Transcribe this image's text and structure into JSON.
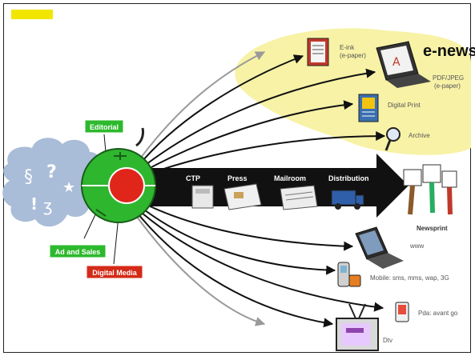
{
  "header": {
    "note": ""
  },
  "left_labels": {
    "editorial": "Editorial",
    "ad_and_sales": "Ad and Sales",
    "digital_media": "Digital Media"
  },
  "e_news": {
    "title": "e-news",
    "items": [
      {
        "label": "E-ink",
        "sub": "(e-paper)"
      },
      {
        "label": "PDF/JPEG",
        "sub": "(e-paper)"
      },
      {
        "label": "Digital Print",
        "sub": ""
      },
      {
        "label": "Archive",
        "sub": ""
      }
    ]
  },
  "pipeline": {
    "stages": [
      "CTP",
      "Press",
      "Mailroom",
      "Distribution"
    ],
    "output": "Newsprint"
  },
  "digital_outputs": [
    {
      "label": "www"
    },
    {
      "label": "Mobile: sms, mms, wap, 3G"
    },
    {
      "label": "Pda: avant go"
    },
    {
      "label": "Dtv"
    }
  ],
  "colors": {
    "yellow_tag": "#f2e600",
    "cloud": "#a9bcd8",
    "apple_green": "#2fb62f",
    "center_red": "#e0251a",
    "label_green": "#2db92d",
    "label_red": "#d42a17",
    "highlight": "#f7f2a6",
    "arrow_black": "#111111",
    "arrow_grey": "#9a9a9a"
  }
}
